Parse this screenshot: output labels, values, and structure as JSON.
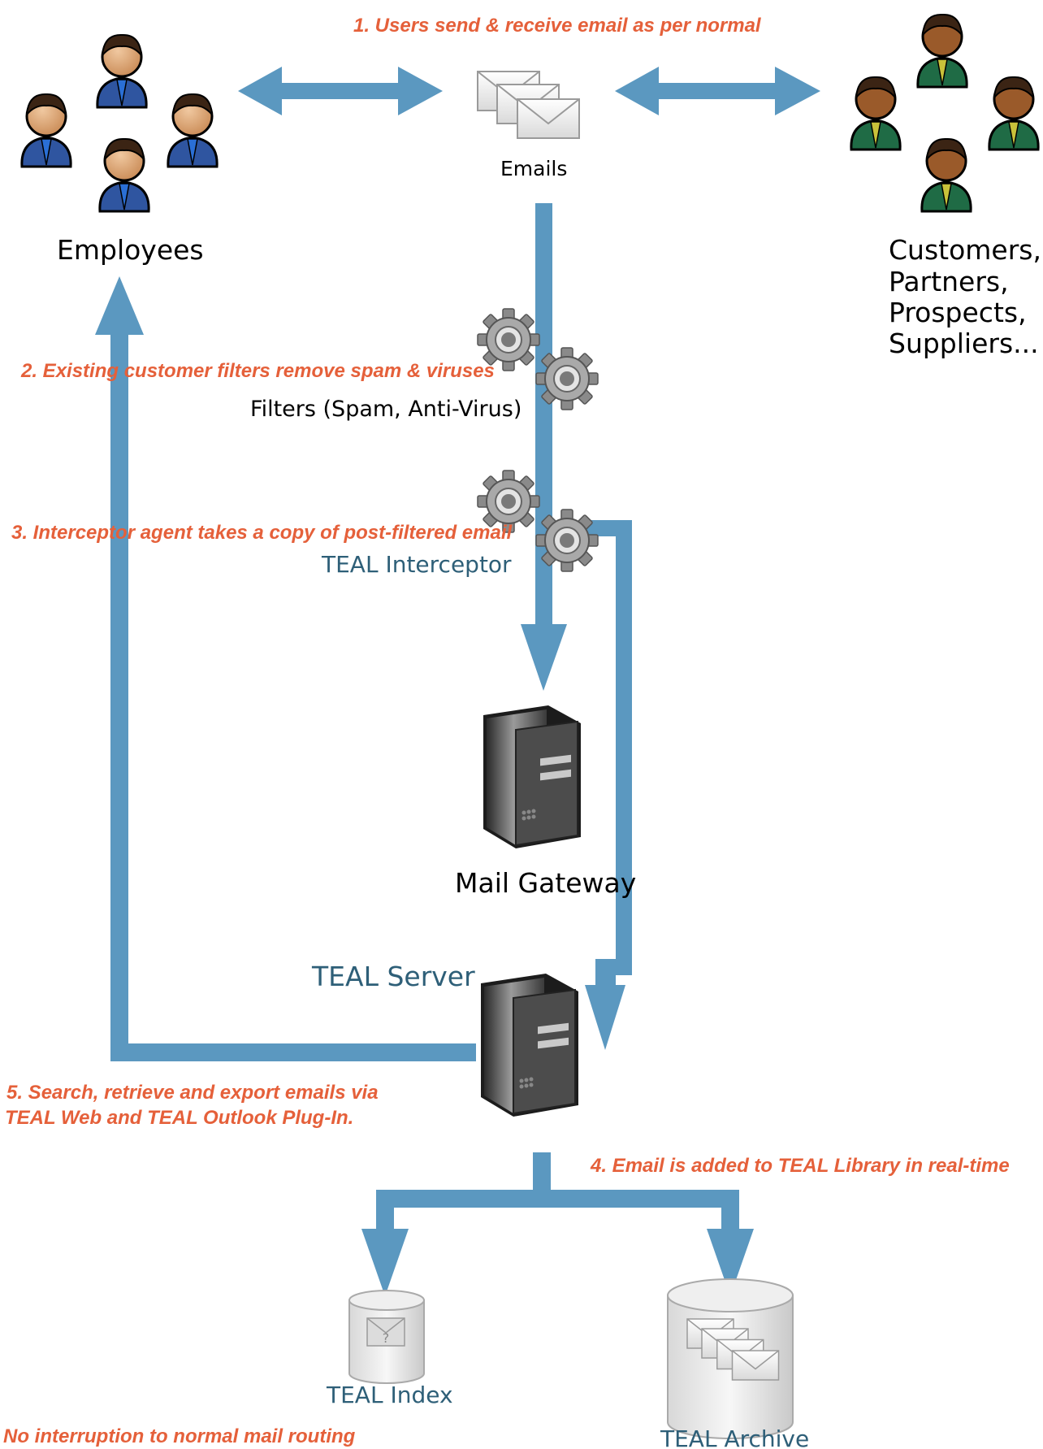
{
  "steps": {
    "s1": "1. Users send & receive email as per normal",
    "s2": "2. Existing customer filters remove spam & viruses",
    "s3": "3. Interceptor agent takes a copy of post-filtered email",
    "s4": "4. Email is added to TEAL Library in real-time",
    "s5_line1": "5. Search, retrieve and export emails via",
    "s5_line2": "TEAL Web and TEAL Outlook Plug-In.",
    "footer": "No interruption to normal mail routing"
  },
  "labels": {
    "emails": "Emails",
    "employees": "Employees",
    "external": [
      "Customers,",
      "Partners,",
      "Prospects,",
      "Suppliers..."
    ],
    "filters": "Filters (Spam, Anti-Virus)",
    "interceptor": "TEAL Interceptor",
    "mail_gateway": "Mail Gateway",
    "teal_server": "TEAL Server",
    "teal_index": "TEAL Index",
    "teal_archive": "TEAL Archive"
  },
  "colors": {
    "arrow": "#5b98c0",
    "step_text": "#e5603a",
    "teal_text": "#2e5f78",
    "employee_suit": "#2f55a0",
    "external_suit": "#1f6b45"
  },
  "icons": {
    "people": "person-icon",
    "emails": "envelope-stack-icon",
    "gears": "gear-icon",
    "servers": "server-icon",
    "storage": "database-icon"
  }
}
